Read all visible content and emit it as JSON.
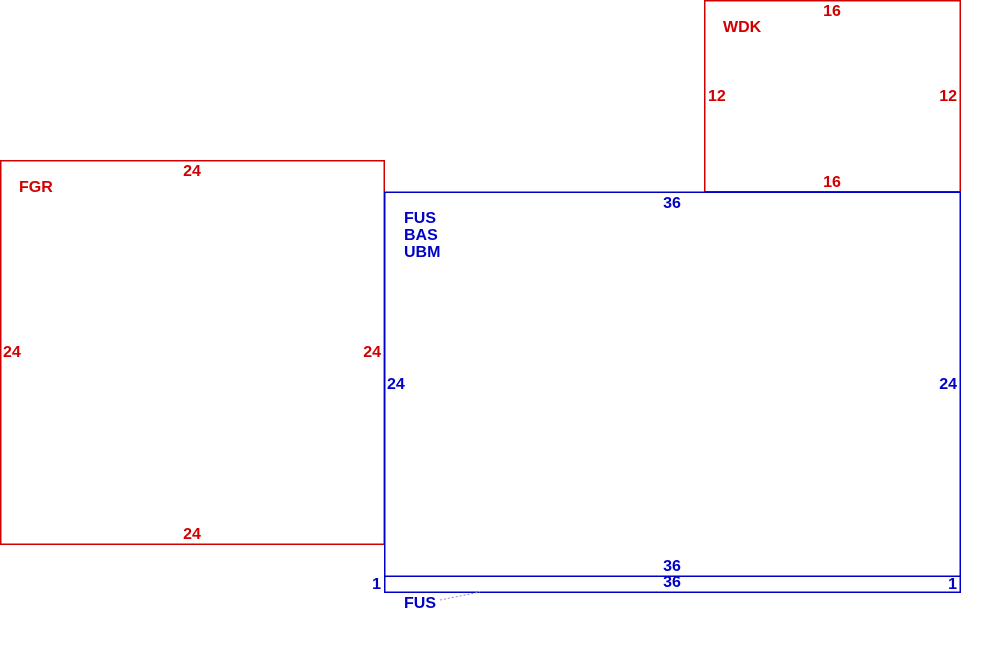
{
  "colors": {
    "red_room": "#d10000",
    "blue_room": "#0000c8"
  },
  "rooms": {
    "fgr": {
      "labels": [
        "FGR"
      ],
      "dims": {
        "top": "24",
        "bottom": "24",
        "left": "24",
        "right": "24"
      }
    },
    "wdk": {
      "labels": [
        "WDK"
      ],
      "dims": {
        "top": "16",
        "bottom": "16",
        "left": "12",
        "right": "12"
      }
    },
    "main": {
      "labels": [
        "FUS",
        "BAS",
        "UBM"
      ],
      "dims": {
        "top": "36",
        "bottom": "36",
        "left": "24",
        "right": "24"
      }
    },
    "strip": {
      "labels": [
        "FUS"
      ],
      "dims": {
        "top": "36",
        "left": "1",
        "right": "1"
      }
    }
  }
}
